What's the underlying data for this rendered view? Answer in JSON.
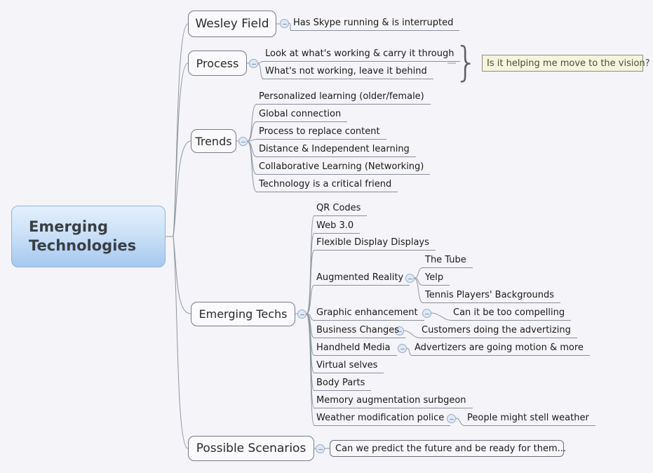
{
  "app": {
    "type": "mind-map"
  },
  "canvas": {
    "background": "#f4f4f9",
    "edge_color": "#8f969e"
  },
  "root": {
    "label": "Emerging Technologies",
    "fill_top": "#e3f0fc",
    "fill_bottom": "#a6c8ef",
    "border": "#8fb4dc"
  },
  "branches": [
    {
      "label": "Wesley Field",
      "children": [
        {
          "text": "Has Skype running & is interrupted"
        }
      ]
    },
    {
      "label": "Process",
      "children": [
        {
          "text": "Look at what's working & carry it through"
        },
        {
          "text": "What's not working, leave it behind"
        }
      ],
      "summary": {
        "brace_glyph": "}",
        "text": "Is it helping me move to the vision?",
        "background": "#f5f5dd",
        "border": "#8e8e7c"
      }
    },
    {
      "label": "Trends",
      "children": [
        {
          "text": "Personalized learning (older/female)"
        },
        {
          "text": "Global connection"
        },
        {
          "text": "Process to replace content"
        },
        {
          "text": "Distance & Independent learning"
        },
        {
          "text": "Collaborative Learning (Networking)"
        },
        {
          "text": "Technology is a critical friend"
        }
      ]
    },
    {
      "label": "Emerging Techs",
      "children": [
        {
          "text": "QR Codes"
        },
        {
          "text": "Web 3.0"
        },
        {
          "text": "Flexible Display Displays"
        },
        {
          "text": "Augmented Reality",
          "children": [
            {
              "text": "The Tube"
            },
            {
              "text": "Yelp"
            },
            {
              "text": "Tennis Players' Backgrounds"
            }
          ]
        },
        {
          "text": "Graphic enhancement",
          "children": [
            {
              "text": "Can it be too compelling"
            }
          ]
        },
        {
          "text": "Business Changes",
          "children": [
            {
              "text": "Customers doing the advertizing"
            }
          ]
        },
        {
          "text": "Handheld Media",
          "children": [
            {
              "text": "Advertizers are going motion & more"
            }
          ]
        },
        {
          "text": "Virtual selves"
        },
        {
          "text": "Body Parts"
        },
        {
          "text": "Memory augmentation surbgeon"
        },
        {
          "text": "Weather modification police",
          "children": [
            {
              "text": "People might stell weather"
            }
          ]
        }
      ]
    },
    {
      "label": "Possible Scenarios",
      "children": [
        {
          "text": "Can we predict the future and be ready for them..."
        }
      ]
    }
  ]
}
